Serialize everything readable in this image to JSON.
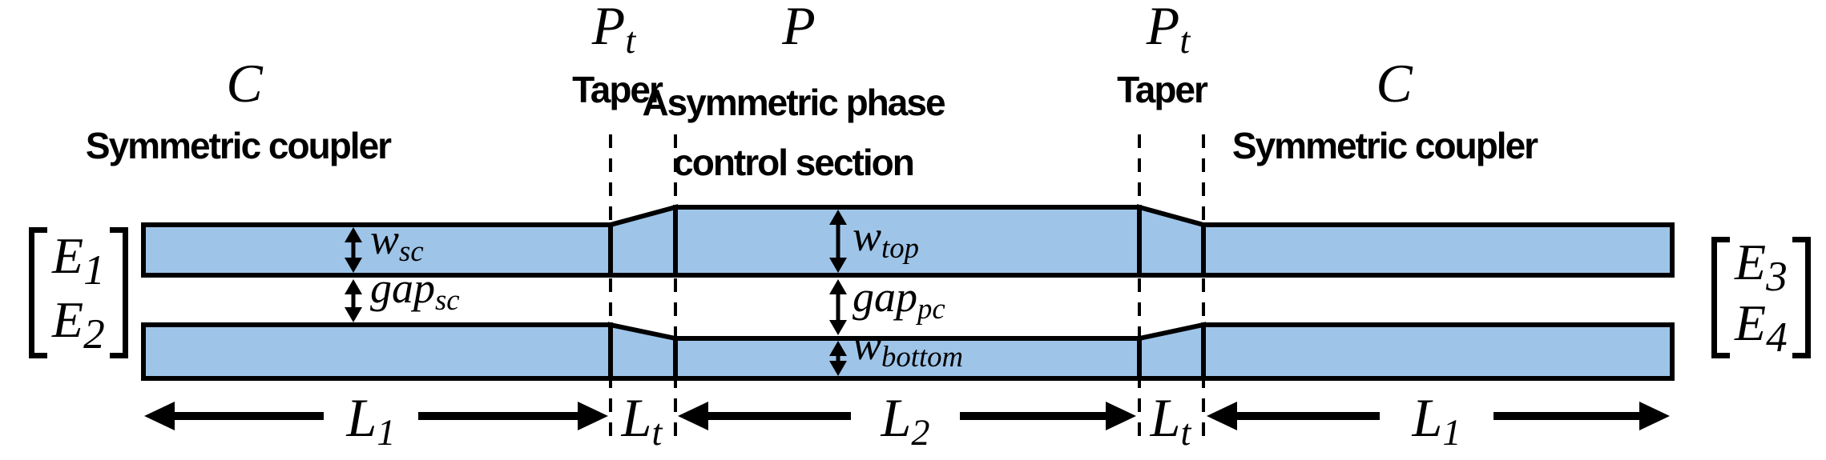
{
  "colors": {
    "waveguide_fill": "#9EC4E8",
    "outline": "#000000"
  },
  "sections": {
    "coupler_left": {
      "symbol": "C",
      "name": "Symmetric coupler"
    },
    "taper_left": {
      "symbol_base": "P",
      "symbol_sub": "t",
      "name": "Taper"
    },
    "phase_control": {
      "symbol": "P",
      "name_line1": "Asymmetric phase",
      "name_line2": "control section"
    },
    "taper_right": {
      "symbol_base": "P",
      "symbol_sub": "t",
      "name": "Taper"
    },
    "coupler_right": {
      "symbol": "C",
      "name": "Symmetric coupler"
    }
  },
  "ports": {
    "input": {
      "e1_base": "E",
      "e1_sub": "1",
      "e2_base": "E",
      "e2_sub": "2"
    },
    "output": {
      "e3_base": "E",
      "e3_sub": "3",
      "e4_base": "E",
      "e4_sub": "4"
    }
  },
  "annotations": {
    "w_sc": {
      "base": "w",
      "sub": "sc"
    },
    "gap_sc": {
      "base": "gap",
      "sub": "sc"
    },
    "w_top": {
      "base": "w",
      "sub": "top"
    },
    "gap_pc": {
      "base": "gap",
      "sub": "pc"
    },
    "w_bottom": {
      "base": "w",
      "sub": "bottom"
    }
  },
  "lengths": {
    "l1_left": {
      "base": "L",
      "sub": "1"
    },
    "lt_left": {
      "base": "L",
      "sub": "t"
    },
    "l2": {
      "base": "L",
      "sub": "2"
    },
    "lt_right": {
      "base": "L",
      "sub": "t"
    },
    "l1_right": {
      "base": "L",
      "sub": "1"
    }
  }
}
